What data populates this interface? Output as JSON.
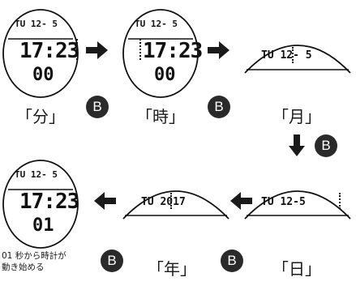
{
  "colors": {
    "ink": "#1a1a1a",
    "button_bg": "#2a2a2a",
    "button_text": "#ffffff"
  },
  "watch_full": {
    "top_line": "TU  12- 5",
    "big_time": "17:23",
    "seconds": "00"
  },
  "watch_full_final": {
    "top_line": "TU  12- 5",
    "big_time": "17:23",
    "seconds": "01"
  },
  "watch_partial": {
    "month": "TU  12- 5",
    "day": "TU  12-5",
    "year": "TU  2017"
  },
  "labels": {
    "minute": "「分」",
    "hour": "「時」",
    "month": "「月」",
    "day": "「日」",
    "year": "「年」"
  },
  "button_label": "B",
  "note": [
    "01 秒から時計が",
    "動き始める"
  ]
}
